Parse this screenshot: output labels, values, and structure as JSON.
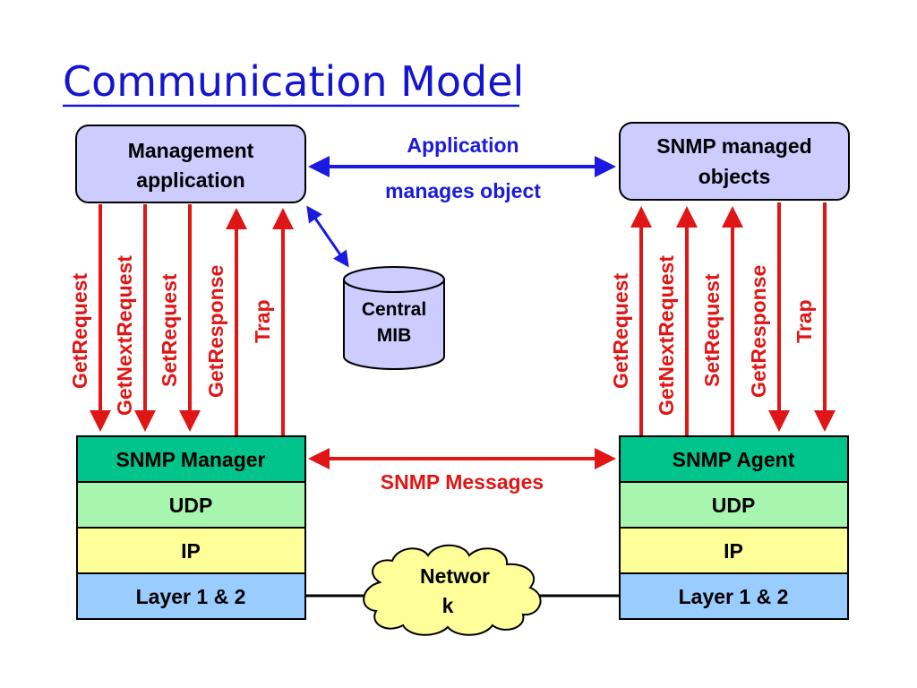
{
  "title": "Communication Model",
  "top_boxes": {
    "left": [
      "Management",
      "application"
    ],
    "right": [
      "SNMP managed",
      "objects"
    ]
  },
  "app_arrow_labels": [
    "Application",
    "manages object"
  ],
  "central_mib": [
    "Central",
    "MIB"
  ],
  "left_stack": [
    "SNMP Manager",
    "UDP",
    "IP",
    "Layer 1 & 2"
  ],
  "right_stack": [
    "SNMP Agent",
    "UDP",
    "IP",
    "Layer 1 & 2"
  ],
  "snmp_messages": "SNMP Messages",
  "network": [
    "Networ",
    "k"
  ],
  "operations_left": [
    "GetRequest",
    "GetNextRequest",
    "SetRequest",
    "GetResponse",
    "Trap"
  ],
  "operations_right": [
    "GetRequest",
    "GetNextRequest",
    "SetRequest",
    "GetResponse",
    "Trap"
  ],
  "colors": {
    "title": "#1515d0",
    "box_fill": "#ccccff",
    "snmp_layer": "#00c48c",
    "udp_layer": "#a8f5b0",
    "ip_layer": "#ffff99",
    "phys_layer": "#99ccff",
    "red": "#e01616",
    "blue": "#1a1ae0",
    "cloud": "#ffff99"
  }
}
